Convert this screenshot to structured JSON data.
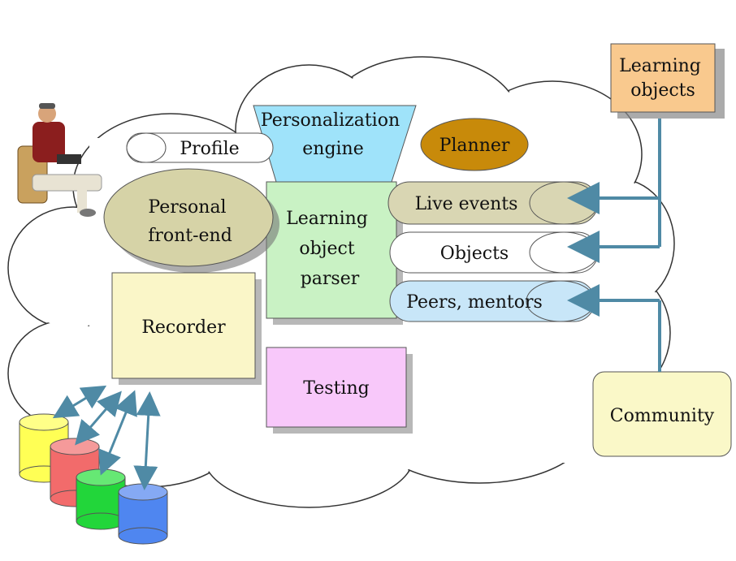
{
  "diagram": {
    "learning_objects": "Learning\nobjects",
    "personalization_engine": "Personalization\nengine",
    "planner": "Planner",
    "profile": "Profile",
    "personal_front_end": "Personal\nfront-end",
    "learning_object_parser": "Learning\nobject\nparser",
    "live_events": "Live events",
    "objects": "Objects",
    "peers_mentors": "Peers, mentors",
    "recorder": "Recorder",
    "testing": "Testing",
    "community": "Community"
  },
  "colors": {
    "learning_objects_fill": "#F9C98E",
    "personalization_fill": "#9FE3FA",
    "planner_fill": "#C88A0A",
    "front_end_fill": "#D6D3A7",
    "parser_fill": "#C9F2C4",
    "live_events_fill": "#D9D6B3",
    "peers_fill": "#C8E6F8",
    "recorder_fill": "#FAF6C8",
    "testing_fill": "#F8C8FA",
    "community_fill": "#FAF8C8",
    "arrow": "#4F8AA5",
    "db_colors": [
      "#FFFF55",
      "#F26B6B",
      "#22D63A",
      "#4F86F0"
    ]
  }
}
